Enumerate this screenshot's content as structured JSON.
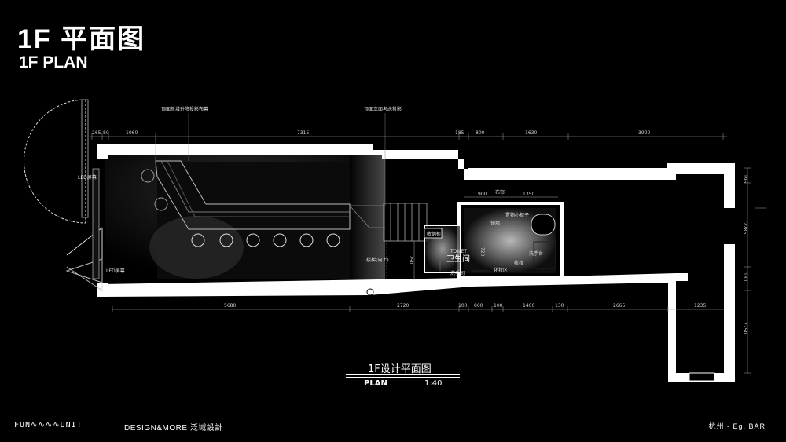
{
  "title": {
    "cn": "1F 平面图",
    "en": "1F PLAN"
  },
  "top_dimensions": [
    "265",
    "80",
    "1060",
    "7315",
    "185",
    "800",
    "1630",
    "3900"
  ],
  "bottom_dimensions": [
    "5680",
    "2720",
    "100",
    "800",
    "100",
    "1400",
    "130",
    "2665",
    "1235"
  ],
  "right_dimensions": [
    "195",
    "2285",
    "180",
    "2250"
  ],
  "inner_dimensions": {
    "top_a": "900",
    "top_b": "1350",
    "v_a": "750",
    "v_b": "720"
  },
  "annotations": {
    "ceiling_projection": "顶面新增升降投影布幕",
    "ceiling_projector": "顶面立面考虑投影",
    "led_top": "LED屏幕",
    "led_bottom": "LED屏幕",
    "curtain": "布帘",
    "storage": "收纳柜",
    "stair": "楼梯(向上)",
    "toilet_en": "TOILET",
    "toilet_cn": "卫生间",
    "washroom": "洗手间",
    "makeup": "化妆区",
    "mirror": "镜墙",
    "dresser": "梳妆",
    "shelf": "置物小柜子",
    "wash_basin": "洗手台"
  },
  "caption": {
    "main": "1F设计平面图",
    "sub": "PLAN",
    "scale": "1:40"
  },
  "footer": {
    "brand_left": "FUN∿∿∿∿UNIT",
    "brand_mid": "DESIGN&MORE 泛域設計",
    "brand_right": "杭州 - Eg. BAR"
  },
  "colors": {
    "background": "#000000",
    "wall": "#ffffff",
    "line": "#bdbdbd"
  }
}
